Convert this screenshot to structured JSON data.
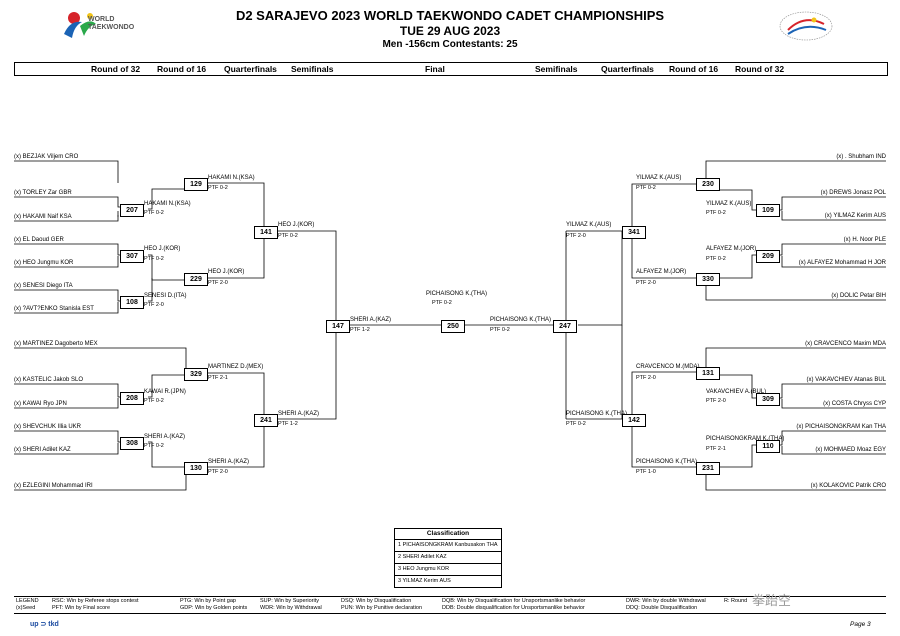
{
  "header": {
    "title": "D2 SARAJEVO 2023 WORLD TAEKWONDO CADET CHAMPIONSHIPS",
    "date": "TUE 29 AUG 2023",
    "category": "Men -156cm  Contestants: 25",
    "logo_text_left": [
      "WORLD",
      "TAEKWONDO"
    ],
    "logo_colors": {
      "red": "#d6232a",
      "blue": "#1b63b5",
      "green": "#2aa84a",
      "yellow": "#f2c418"
    }
  },
  "rounds": {
    "left": [
      "Round of 32",
      "Round of 16",
      "Quarterfinals",
      "Semifinals"
    ],
    "final": "Final",
    "right": [
      "Semifinals",
      "Quarterfinals",
      "Round of 16",
      "Round of 32"
    ]
  },
  "left_entrants": [
    "(x) BEZJAK Viljem CRO",
    "(x) TORLEY Zar GBR",
    "(x) HAKAMI Naif KSA",
    "(x) EL Daoud GER",
    "(x) HEO Jungmu KOR",
    "(x) SENESI Diego ITA",
    "(x) ?AVT?ENKO Stanisla EST",
    "(x) MARTINEZ Dagoberto MEX",
    "(x) KASTELIC Jakob SLO",
    "(x) KAWAI Ryo JPN",
    "(x) SHEVCHUK Illia UKR",
    "(x) SHERI Adilet KAZ",
    "(x) EZLEGINI Mohammad  IRI"
  ],
  "right_entrants": [
    "(x) . Shubham IND",
    "(x) DREWS Jonasz POL",
    "(x) YILMAZ Kerim AUS",
    "(x) H. Noor PLE",
    "(x) ALFAYEZ Mohammad H JOR",
    "(x) DOLIC Petar BIH",
    "(x) CRAVCENCO Maxim MDA",
    "(x) VAKAVCHIEV Atanas BUL",
    "(x) COSTA Chryss CYP",
    "(x) PICHAISONGKRAM Kan THA",
    "(x) MOHMAED Moaz EGY",
    "(x) KOLAKOVIC Patrik CRO"
  ],
  "matches": {
    "m129": {
      "num": "129",
      "winner": "HAKAMI N.(KSA)",
      "score": "PTF 0-2"
    },
    "m207": {
      "num": "207",
      "winner": "HAKAMI N.(KSA)",
      "score": "PTF 0-2"
    },
    "m141": {
      "num": "141",
      "winner": "HEO J.(KOR)",
      "score": "PTF 0-2"
    },
    "m307": {
      "num": "307",
      "winner": "HEO J.(KOR)",
      "score": "PTF 0-2"
    },
    "m229": {
      "num": "229",
      "winner": "HEO J.(KOR)",
      "score": "PTF 2-0"
    },
    "m108": {
      "num": "108",
      "winner": "SENESI D.(ITA)",
      "score": "PTF 2-0"
    },
    "m147": {
      "num": "147",
      "winner": "SHERI A.(KAZ)",
      "score": "PTF 1-2"
    },
    "m329": {
      "num": "329",
      "winner": "MARTINEZ D.(MEX)",
      "score": "PTF 2-1"
    },
    "m208": {
      "num": "208",
      "winner": "KAWAI R.(JPN)",
      "score": "PTF 0-2"
    },
    "m241": {
      "num": "241",
      "winner": "SHERI A.(KAZ)",
      "score": "PTF 1-2"
    },
    "m308": {
      "num": "308",
      "winner": "SHERI A.(KAZ)",
      "score": "PTF 0-2"
    },
    "m130": {
      "num": "130",
      "winner": "SHERI A.(KAZ)",
      "score": "PTF 2-0"
    },
    "m250": {
      "num": "250",
      "winner": "PICHAISONG K.(THA)",
      "score": "PTF 0-2"
    },
    "m247": {
      "num": "247",
      "winner": "PICHAISONG K.(THA)",
      "score": "PTF 0-2"
    },
    "m230": {
      "num": "230",
      "winner": "YILMAZ K.(AUS)",
      "score": "PTF 0-2"
    },
    "m109": {
      "num": "109",
      "winner": "YILMAZ K.(AUS)",
      "score": "PTF 0-2"
    },
    "m341": {
      "num": "341",
      "winner": "YILMAZ K.(AUS)",
      "score": "PTF 2-0"
    },
    "m209": {
      "num": "209",
      "winner": "ALFAYEZ M.(JOR)",
      "score": "PTF 0-2"
    },
    "m330": {
      "num": "330",
      "winner": "ALFAYEZ M.(JOR)",
      "score": "PTF 2-0"
    },
    "m131": {
      "num": "131",
      "winner": "CRAVCENCO M.(MDA)",
      "score": "PTF 2-0"
    },
    "m309": {
      "num": "309",
      "winner": "VAKAVCHIEV A.(BUL)",
      "score": "PTF 2-0"
    },
    "m142": {
      "num": "142",
      "winner": "PICHAISONG K.(THA)",
      "score": "PTF 0-2"
    },
    "m110": {
      "num": "110",
      "winner": "PICHAISONGKRAM K.(THA)",
      "score": "PTF 2-1"
    },
    "m231": {
      "num": "231",
      "winner": "PICHAISONG K.(THA)",
      "score": "PTF 1-0"
    }
  },
  "classification": {
    "title": "Classification",
    "rows": [
      "1 PICHAISONGKRAM Kanbusakon  THA",
      "2 SHERI Adilet KAZ",
      "3 HEO Jungmu KOR",
      "3 YILMAZ Kerim AUS"
    ]
  },
  "legend": {
    "label": "LEGEND",
    "seed": "(x)Seed",
    "row1": [
      "RSC: Win by Referee stops contest",
      "PTG: Win by Point gap",
      "SUP: Win by Superiority",
      "DSQ: Win by Disqualification",
      "DQB: Win by Disqualification for Unsportsmanlike behavior",
      "DWR: Win by double Withdrawal",
      "R: Round"
    ],
    "row2": [
      "PFT: Win by Final score",
      "GDP: Win by Golden points",
      "WDR: Win by Withdrawal",
      "PUN: Win by Punitive declaration",
      "DDB: Double disqualification for Unsportsmanlike behavior",
      "DDQ: Double Disqualification"
    ]
  },
  "footer": {
    "logo": "up ⊃ tkd",
    "page": "Page 3",
    "watermark": "拳跆空"
  }
}
